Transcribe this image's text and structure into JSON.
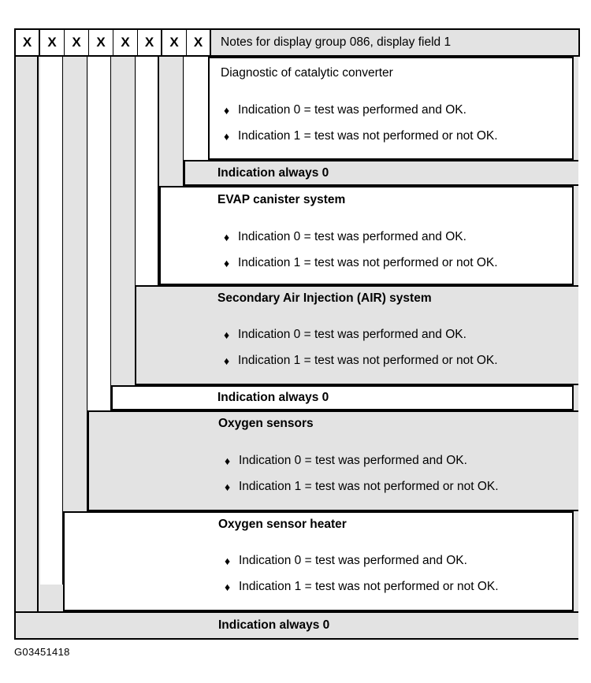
{
  "figure": {
    "caption": "G03451418",
    "bit_columns": [
      "X",
      "X",
      "X",
      "X",
      "X",
      "X",
      "X",
      "X"
    ],
    "header_title": "Notes for display group 086, display field 1",
    "bullet_glyph": "♦",
    "colors": {
      "shade": "#e3e3e3",
      "line": "#000000",
      "background": "#ffffff"
    },
    "rows": [
      {
        "id": "catalytic-converter",
        "bit_index": 8,
        "title": "Diagnostic of catalytic converter",
        "title_bold": false,
        "shaded": false,
        "bullets": [
          "Indication 0 = test was performed and OK.",
          "Indication 1 = test was not performed or not OK."
        ]
      },
      {
        "id": "always-zero-1",
        "bit_index": 7,
        "title": "Indication always 0",
        "title_bold": true,
        "shaded": true,
        "bullets": []
      },
      {
        "id": "evap-canister-system",
        "bit_index": 6,
        "title": "EVAP canister system",
        "title_bold": true,
        "shaded": false,
        "bullets": [
          "Indication 0 = test was performed and OK.",
          "Indication 1 = test was not performed or not OK."
        ]
      },
      {
        "id": "secondary-air-injection",
        "bit_index": 5,
        "title": "Secondary Air Injection (AIR) system",
        "title_bold": true,
        "shaded": true,
        "bullets": [
          "Indication 0 = test was performed and OK.",
          "Indication 1 = test was not performed or not OK."
        ]
      },
      {
        "id": "always-zero-2",
        "bit_index": 4,
        "title": "Indication always 0",
        "title_bold": true,
        "shaded": false,
        "bullets": []
      },
      {
        "id": "oxygen-sensors",
        "bit_index": 3,
        "title": "Oxygen sensors",
        "title_bold": true,
        "shaded": true,
        "bullets": [
          "Indication 0 = test was performed and OK.",
          "Indication 1 = test was not performed or not OK."
        ]
      },
      {
        "id": "oxygen-sensor-heater",
        "bit_index": 2,
        "title": "Oxygen sensor heater",
        "title_bold": true,
        "shaded": false,
        "bullets": [
          "Indication 0 = test was performed and OK.",
          "Indication 1 = test was not performed or not OK."
        ]
      },
      {
        "id": "always-zero-3",
        "bit_index": 1,
        "title": "Indication always 0",
        "title_bold": true,
        "shaded": true,
        "bullets": []
      }
    ]
  }
}
